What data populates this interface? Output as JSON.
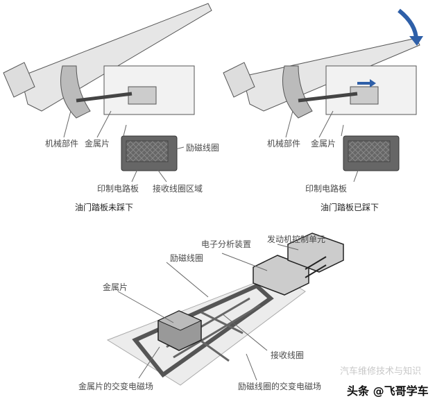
{
  "top_left": {
    "labels": {
      "mechanical": "机械部件",
      "metal": "金属片",
      "excitation_coil": "励磁线圈",
      "pcb": "印制电路板",
      "receive_area": "接收线圈区域"
    },
    "caption": "油门踏板未踩下"
  },
  "top_right": {
    "labels": {
      "mechanical": "机械部件",
      "metal": "金属片",
      "pcb": "印制电路板"
    },
    "caption": "油门踏板已踩下",
    "arrow_color": "#2e5fa8"
  },
  "bottom": {
    "labels": {
      "ecu": "发动机控制单元",
      "analyzer": "电子分析装置",
      "excitation_coil": "励磁线圈",
      "metal": "金属片",
      "receive_coil": "接收线圈",
      "metal_field": "金属片的交变电磁场",
      "coil_field": "励磁线圈的交变电磁场"
    }
  },
  "watermark": {
    "faint": "汽车维修技术与知识",
    "main": "头条 @飞哥学车"
  }
}
